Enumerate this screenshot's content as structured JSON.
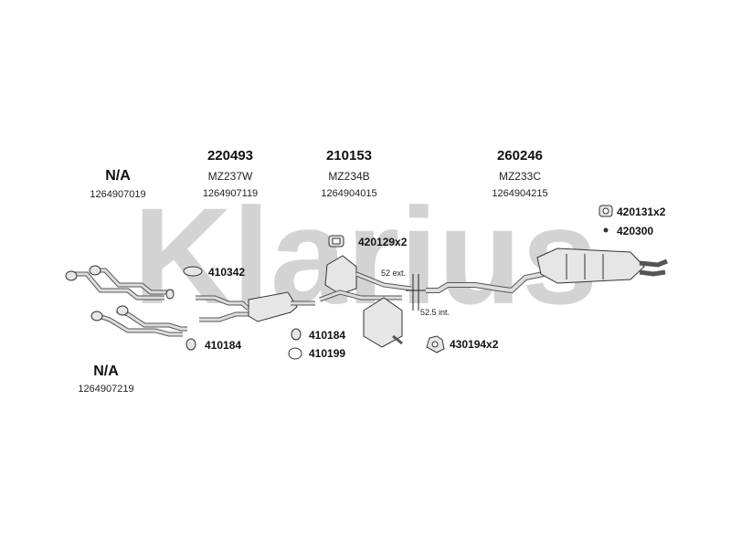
{
  "watermark": {
    "text": "Klarius",
    "color": "#d3d3d3"
  },
  "columns": [
    {
      "part_number": "N/A",
      "model": "",
      "oe_number": "1264907019"
    },
    {
      "part_number": "220493",
      "model": "MZ237W",
      "oe_number": "1264907119"
    },
    {
      "part_number": "210153",
      "model": "MZ234B",
      "oe_number": "1264904015"
    },
    {
      "part_number": "260246",
      "model": "MZ233C",
      "oe_number": "1264904215"
    }
  ],
  "lower_left": {
    "part_number": "N/A",
    "oe_number": "1264907219"
  },
  "accessories": {
    "a420131": "420131x2",
    "a420300": "420300",
    "a420129": "420129x2",
    "a410342": "410342",
    "a410184_left": "410184",
    "a410184_mid": "410184",
    "a410199": "410199",
    "a430194": "430194x2"
  },
  "dimensions": {
    "ext": "52 ext.",
    "int": "52.5 int."
  }
}
